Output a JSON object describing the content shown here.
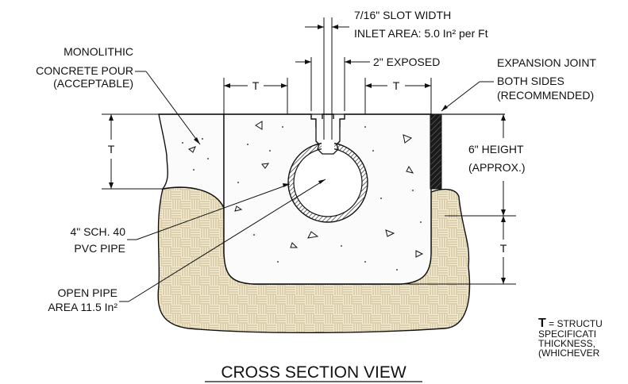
{
  "title": "CROSS SECTION VIEW",
  "labels": {
    "slot_width": "7/16\" SLOT WIDTH",
    "inlet_area": "INLET AREA: 5.0 In² per Ft",
    "exposed": "2\" EXPOSED",
    "monolithic_1": "MONOLITHIC",
    "monolithic_2": "CONCRETE POUR",
    "monolithic_3": "(ACCEPTABLE)",
    "expansion_1": "EXPANSION JOINT",
    "expansion_2": "BOTH SIDES",
    "expansion_3": "(RECOMMENDED)",
    "height_1": "6\" HEIGHT",
    "height_2": "(APPROX.)",
    "pipe_1": "4\" SCH. 40",
    "pipe_2": "PVC PIPE",
    "open_1": "OPEN PIPE",
    "open_2": "AREA 11.5 In²",
    "dim_t": "T"
  },
  "note": {
    "key": "T",
    "line1": " = STRUCTU",
    "line2": "SPECIFICATI",
    "line3": "THICKNESS,",
    "line4": "(WHICHEVER"
  },
  "colors": {
    "subbase_fill": "#f4ecd2",
    "subbase_hatch": "#b9a677",
    "concrete_fill": "#fbfbfb",
    "joint_fill": "#1b1b1b"
  }
}
